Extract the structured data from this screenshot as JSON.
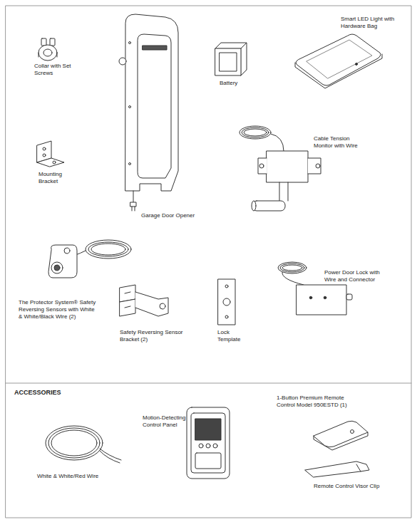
{
  "diagram": {
    "labels": [
      "Collar with Set Screws",
      "Battery",
      "Smart LED Light with Hardware Bag",
      "Mounting Bracket",
      "Garage Door Opener",
      "Cable Tension Monitor with Wire",
      "The Protector System® Safety Reversing Sensors with White & White/Black Wire (2)",
      "Safety Reversing Sensor Bracket (2)",
      "Lock Template",
      "Power Door Lock with Wire and Connector",
      "ACCESSORIES",
      "White & White/Red Wire",
      "Motion-Detecting Control Panel",
      "1-Button Premium Remote Control Model 950ESTD (1)",
      "Remote Control Visor Clip"
    ]
  }
}
